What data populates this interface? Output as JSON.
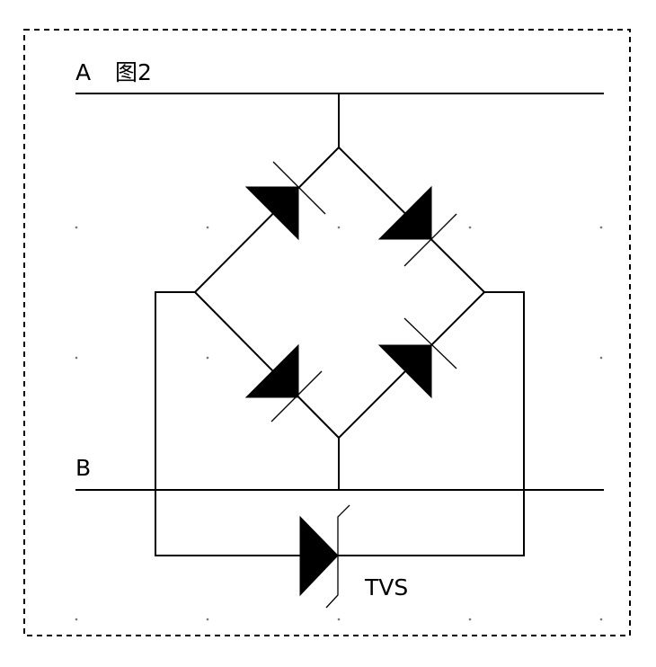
{
  "labels": {
    "node_a": "A",
    "figure": "图2",
    "node_b": "B",
    "tvs": "TVS"
  },
  "components": [
    {
      "kind": "rail",
      "name": "A"
    },
    {
      "kind": "rail",
      "name": "B"
    },
    {
      "kind": "diode",
      "name": "bridge-diode-upper-left"
    },
    {
      "kind": "diode",
      "name": "bridge-diode-upper-right"
    },
    {
      "kind": "diode",
      "name": "bridge-diode-lower-left"
    },
    {
      "kind": "diode",
      "name": "bridge-diode-lower-right"
    },
    {
      "kind": "tvs-diode",
      "name": "TVS"
    }
  ],
  "colors": {
    "line": "#000000",
    "background": "#ffffff",
    "grid_dot": "#777777"
  }
}
